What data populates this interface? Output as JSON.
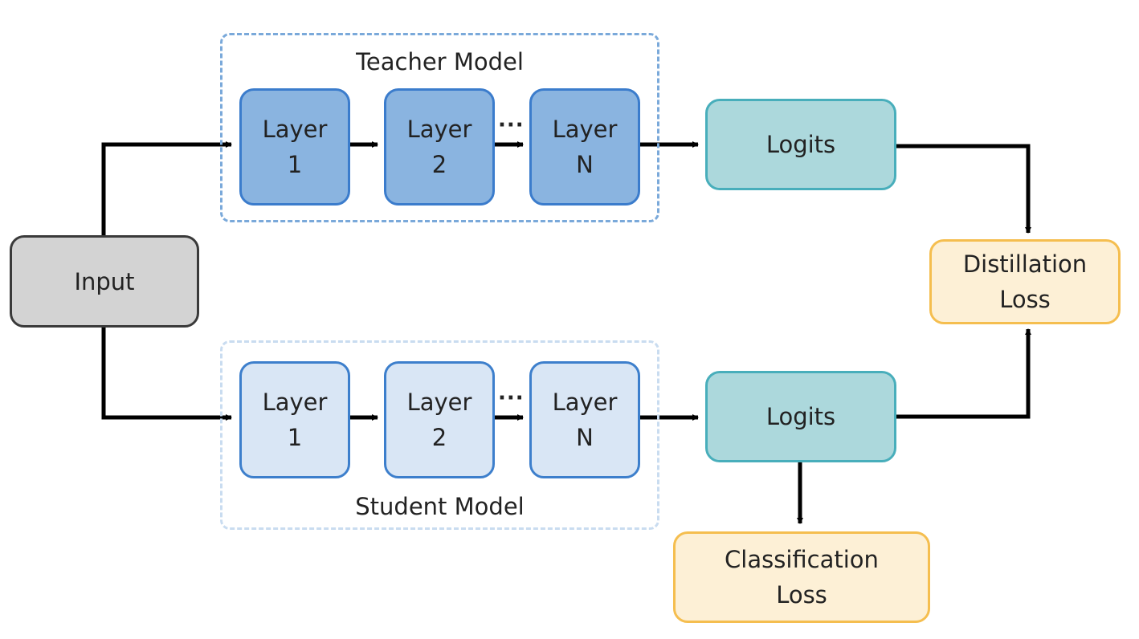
{
  "teacher": {
    "title": "Teacher Model",
    "layers": [
      {
        "line1": "Layer",
        "line2": "1"
      },
      {
        "line1": "Layer",
        "line2": "2"
      },
      {
        "line1": "Layer",
        "line2": "N"
      }
    ],
    "ellipsis": "···",
    "logits": "Logits"
  },
  "student": {
    "title": "Student Model",
    "layers": [
      {
        "line1": "Layer",
        "line2": "1"
      },
      {
        "line1": "Layer",
        "line2": "2"
      },
      {
        "line1": "Layer",
        "line2": "N"
      }
    ],
    "ellipsis": "···",
    "logits": "Logits"
  },
  "input": {
    "label": "Input"
  },
  "distillation_loss": {
    "line1": "Distillation",
    "line2": "Loss"
  },
  "classification_loss": {
    "line1": "Classification",
    "line2": "Loss"
  },
  "colors": {
    "teacher_fill": "#8ab4e0",
    "teacher_border": "#3b7ccc",
    "teacher_group_border": "#7aa9da",
    "student_fill": "#d9e6f5",
    "student_border": "#3d7fcc",
    "student_group_border": "#c9dcf0",
    "logits_fill": "#acd8dc",
    "logits_border": "#48aebb",
    "input_fill": "#d3d3d3",
    "input_border": "#3a3a3a",
    "loss_fill": "#fdf0d6",
    "loss_border": "#f5be4f",
    "arrow": "#000000"
  }
}
